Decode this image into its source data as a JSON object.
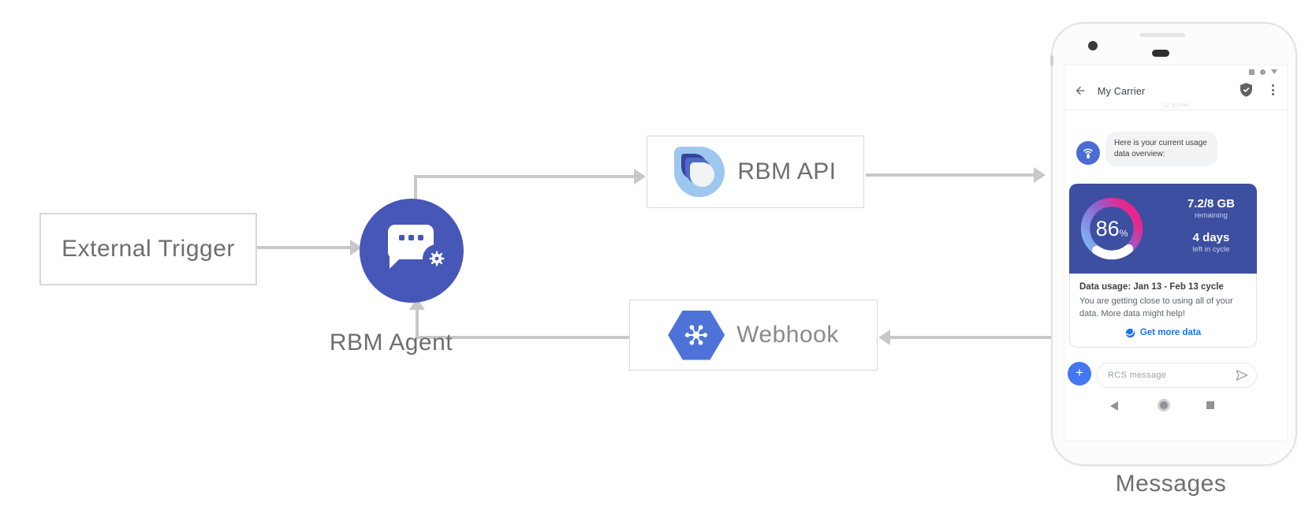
{
  "colors": {
    "arrow": "#c8c8c8",
    "box_border": "#d7d7d7",
    "diagram_text": "#6e6e6e",
    "agent_blue": "#4657b8",
    "card_blue": "#3d4fa1",
    "link_blue": "#1a73e8",
    "compose_blue": "#4377f2",
    "gauge_gradient": [
      "#7eb1f2",
      "#9162cf",
      "#ec1f8f"
    ]
  },
  "nodes": {
    "external_trigger": {
      "label": "External Trigger"
    },
    "rbm_agent": {
      "label": "RBM Agent",
      "icon": "chat-bubble-gear-icon"
    },
    "rbm_api": {
      "label": "RBM API",
      "icon": "rbm-droplet-logo-icon"
    },
    "webhook": {
      "label": "Webhook",
      "icon": "cloud-hexagon-hub-icon"
    }
  },
  "phone": {
    "caption": "Messages",
    "status_icons": [
      "square-icon",
      "dot-icon",
      "triangle-icon"
    ],
    "header": {
      "back_icon": "back-arrow-icon",
      "title": "My Carrier",
      "verified_icon": "verified-shield-icon",
      "menu_icon": "kebab-menu-icon"
    },
    "chat": {
      "timestamp": "12:30 PM",
      "agent_avatar_icon": "carrier-antenna-icon",
      "message": "Here is your current usage data overview:",
      "card": {
        "gauge_percent": 86,
        "gauge_value": "86",
        "gauge_unit": "%",
        "remaining_value": "7.2/8 GB",
        "remaining_label": "remaining",
        "days_value": "4 days",
        "days_label": "left in cycle",
        "title": "Data usage: Jan 13 - Feb 13 cycle",
        "body": "You are getting close to using all of your data. More data might help!",
        "action_icon": "globe-icon",
        "action_label": "Get more data"
      }
    },
    "compose": {
      "plus_label": "+",
      "placeholder": "RCS message",
      "send_icon": "send-icon"
    },
    "nav_icons": [
      "back-triangle-icon",
      "home-circle-icon",
      "recents-square-icon"
    ]
  }
}
